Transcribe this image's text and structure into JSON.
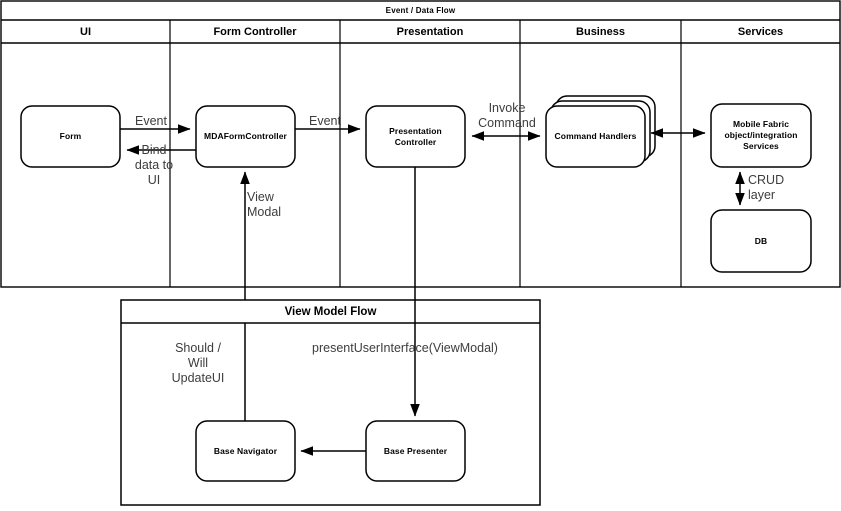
{
  "diagram": {
    "title": "Event / Data Flow",
    "lanes": [
      {
        "id": "ui",
        "label": "UI"
      },
      {
        "id": "form-controller",
        "label": "Form Controller"
      },
      {
        "id": "presentation",
        "label": "Presentation"
      },
      {
        "id": "business",
        "label": "Business"
      },
      {
        "id": "services",
        "label": "Services"
      }
    ],
    "nodes": [
      {
        "id": "form",
        "label": "Form"
      },
      {
        "id": "mda-form-controller",
        "label": "MDAFormController"
      },
      {
        "id": "presentation-controller",
        "label": "Presentation\nController"
      },
      {
        "id": "command-handlers",
        "label": "Command Handlers"
      },
      {
        "id": "mobile-fabric",
        "label": "Mobile Fabric\nobject/integration\nServices"
      },
      {
        "id": "db",
        "label": "DB"
      },
      {
        "id": "base-navigator",
        "label": "Base Navigator"
      },
      {
        "id": "base-presenter",
        "label": "Base Presenter"
      }
    ],
    "edge_labels": [
      {
        "id": "event-form-to-controller",
        "text": "Event"
      },
      {
        "id": "bind-data-to-ui",
        "text": "Bind\ndata to\nUI"
      },
      {
        "id": "event-controller-to-presentation",
        "text": "Event"
      },
      {
        "id": "invoke-command",
        "text": "Invoke\nCommand"
      },
      {
        "id": "crud-layer",
        "text": "CRUD\nlayer"
      },
      {
        "id": "view-modal",
        "text": "View\nModal"
      },
      {
        "id": "should-will-update-ui",
        "text": "Should /\nWill\nUpdateUI"
      },
      {
        "id": "present-user-interface",
        "text": "presentUserInterface(ViewModal)"
      }
    ],
    "sub_flow": {
      "title": "View Model Flow"
    },
    "colors": {
      "stroke": "#000000",
      "background": "#ffffff",
      "node_fill": "#ffffff",
      "edge_label_text": "#3d3d3d"
    }
  }
}
